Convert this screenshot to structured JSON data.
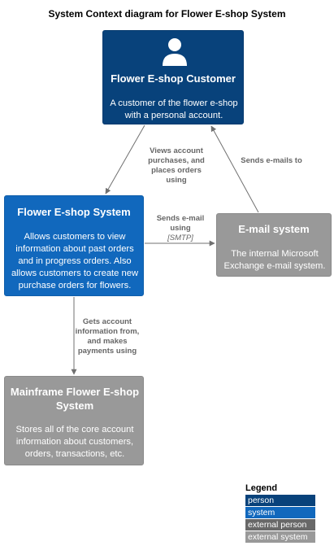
{
  "title": "System Context diagram for Flower E-shop System",
  "colors": {
    "person": "#08427b",
    "system": "#1168bd",
    "external_person": "#686868",
    "external_system": "#999999",
    "arrow": "#707070",
    "label": "#666666"
  },
  "nodes": {
    "customer": {
      "icon": "person-icon",
      "name": "Flower E-shop Customer",
      "description": "A customer of the flower e-shop with a personal account."
    },
    "eshop": {
      "name": "Flower E-shop System",
      "description": "Allows customers to view information about past orders and in progress orders. Also allows customers to create new purchase orders for flowers."
    },
    "email": {
      "name": "E-mail system",
      "description": "The internal Microsoft Exchange e-mail system."
    },
    "mainframe": {
      "name": "Mainframe Flower E-shop System",
      "description": "Stores all of the core account information about customers, orders, transactions, etc."
    }
  },
  "edges": {
    "views": {
      "label": "Views account purchases, and places orders using"
    },
    "sends_mails": {
      "label": "Sends e-mails to"
    },
    "sends_email": {
      "label": "Sends e-mail using",
      "technology": "[SMTP]"
    },
    "gets": {
      "label": "Gets account information from, and makes payments using"
    }
  },
  "legend": {
    "title": "Legend",
    "items": [
      {
        "label": "person",
        "color": "#08427b"
      },
      {
        "label": "system",
        "color": "#1168bd"
      },
      {
        "label": "external person",
        "color": "#686868"
      },
      {
        "label": "external system",
        "color": "#999999"
      }
    ]
  }
}
